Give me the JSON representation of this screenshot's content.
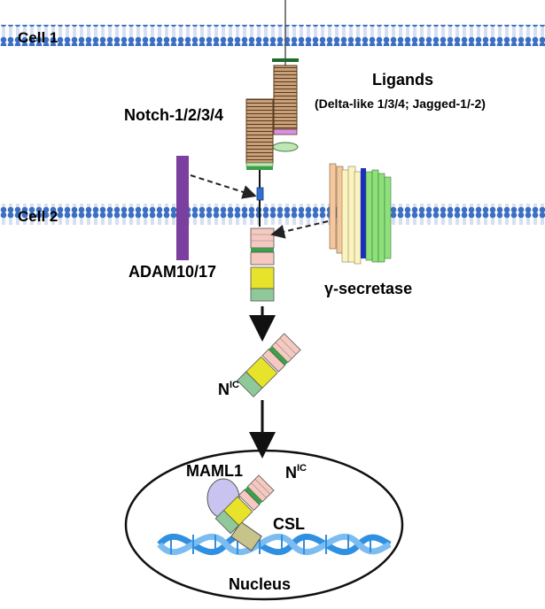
{
  "labels": {
    "cell1": "Cell 1",
    "cell2": "Cell 2",
    "ligands_title": "Ligands",
    "ligands_detail": "(Delta-like 1/3/4; Jagged-1/-2)",
    "notch": "Notch-1/2/3/4",
    "adam": "ADAM10/17",
    "gamma": "γ-secretase",
    "nic_base": "N",
    "nic_sup": "IC",
    "maml": "MAML1",
    "nic2_base": "N",
    "nic2_sup": "IC",
    "csl": "CSL",
    "nucleus": "Nucleus"
  },
  "colors": {
    "membrane": "#3b6fc4",
    "membrane_light": "#dfe8f6",
    "egf_repeat": "#c8a07a",
    "egf_line": "#5a3a1e",
    "adam": "#7b3fa0",
    "gamma_tan": "#f4c89c",
    "gamma_cream": "#fbf4c0",
    "gamma_green": "#8ee07a",
    "gamma_blue": "#1a2fc0",
    "pink": "#f6c9c0",
    "green_band": "#3ba04a",
    "yellow_domain": "#e7e22a",
    "green_domain": "#8fc99a",
    "maml": "#c9c3ef",
    "csl": "#c8c38a",
    "dna": "#2f8fe0"
  }
}
